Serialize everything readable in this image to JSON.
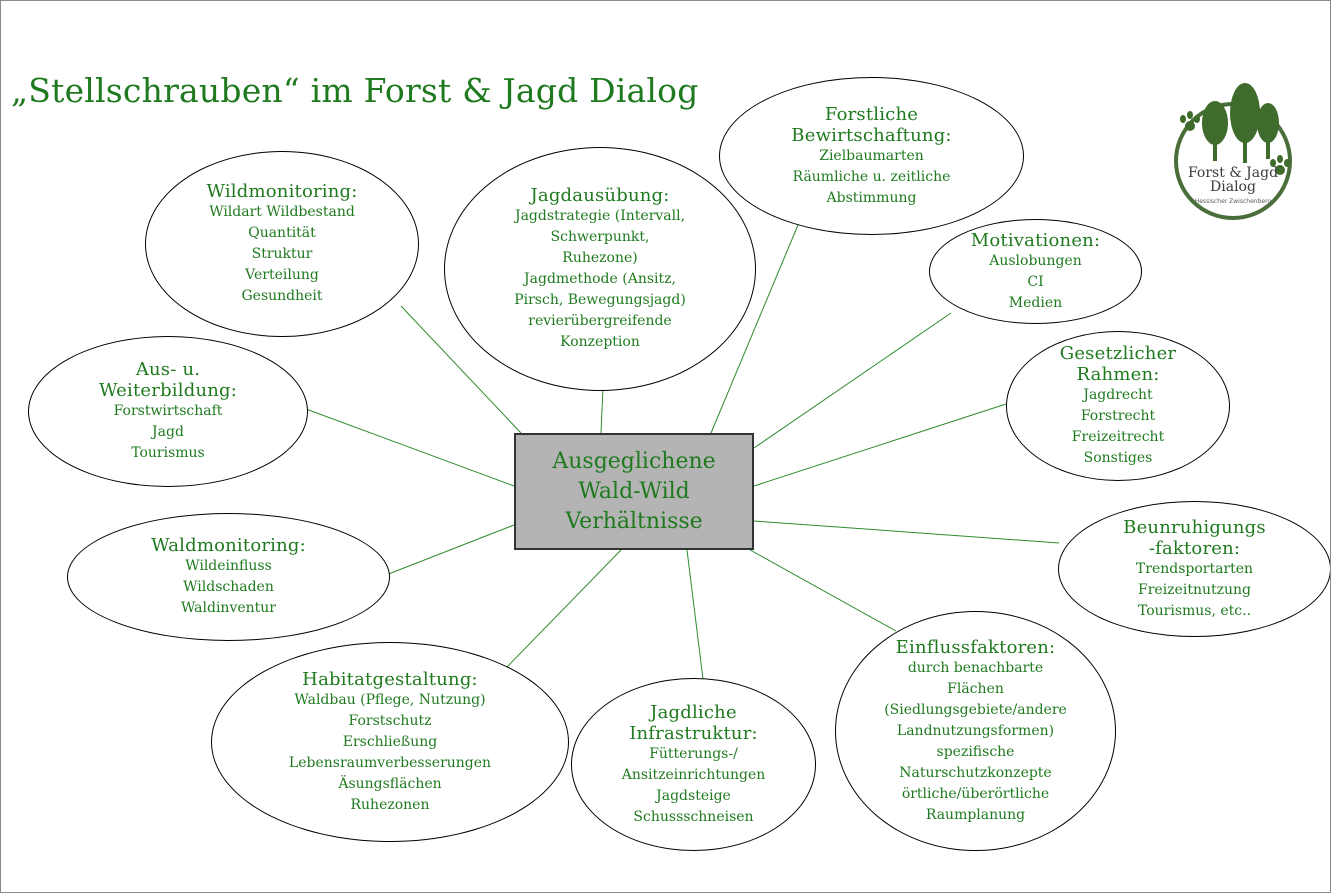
{
  "title": "„Stellschrauben“ im Forst & Jagd Dialog",
  "center": {
    "lines": [
      "Ausgeglichene",
      "Wald-Wild",
      "Verhältnisse"
    ]
  },
  "logo": {
    "line1": "Forst & Jagd",
    "line2": "Dialog",
    "line3": "Hessischer Zwischenberg"
  },
  "nodes": {
    "forstliche": {
      "title": [
        "Forstliche",
        "Bewirtschaftung:"
      ],
      "items": [
        "Zielbaumarten",
        "Räumliche u. zeitliche",
        "Abstimmung"
      ]
    },
    "wildmonitoring": {
      "title": [
        "Wildmonitoring:"
      ],
      "items": [
        "Wildart Wildbestand",
        "Quantität",
        "Struktur",
        "Verteilung",
        "Gesundheit"
      ]
    },
    "jagdausuebung": {
      "title": [
        "Jagdausübung:"
      ],
      "items": [
        "Jagdstrategie (Intervall,",
        "Schwerpunkt,",
        "Ruhezone)",
        "Jagdmethode (Ansitz,",
        "Pirsch, Bewegungsjagd)",
        "revierübergreifende",
        "Konzeption"
      ]
    },
    "motivationen": {
      "title": [
        "Motivationen:"
      ],
      "items": [
        "Auslobungen",
        "CI",
        "Medien"
      ]
    },
    "ausbildung": {
      "title": [
        "Aus- u.",
        "Weiterbildung:"
      ],
      "items": [
        "Forstwirtschaft",
        "Jagd",
        "Tourismus"
      ]
    },
    "gesetzlicher": {
      "title": [
        "Gesetzlicher",
        "Rahmen:"
      ],
      "items": [
        "Jagdrecht",
        "Forstrecht",
        "Freizeitrecht",
        "Sonstiges"
      ]
    },
    "waldmonitoring": {
      "title": [
        "Waldmonitoring:"
      ],
      "items": [
        "Wildeinfluss",
        "Wildschaden",
        "Waldinventur"
      ]
    },
    "beunruhigung": {
      "title": [
        "Beunruhigungs",
        "-faktoren:"
      ],
      "items": [
        "Trendsportarten",
        "Freizeitnutzung",
        "Tourismus, etc.."
      ]
    },
    "habitat": {
      "title": [
        "Habitatgestaltung:"
      ],
      "items": [
        "Waldbau (Pflege, Nutzung)",
        "Forstschutz",
        "Erschließung",
        "Lebensraumverbesserungen",
        "Äsungsflächen",
        "Ruhezonen"
      ]
    },
    "infrastruktur": {
      "title": [
        "Jagdliche",
        "Infrastruktur:"
      ],
      "items": [
        "Fütterungs-/",
        "Ansitzeinrichtungen",
        "Jagdsteige",
        "Schussschneisen"
      ]
    },
    "einfluss": {
      "title": [
        "Einflussfaktoren:"
      ],
      "items": [
        "durch benachbarte",
        "Flächen",
        "(Siedlungsgebiete/andere",
        "Landnutzungsformen)",
        "spezifische",
        "Naturschutzkonzepte",
        "örtliche/überörtliche",
        "Raumplanung"
      ]
    }
  },
  "colors": {
    "text_green": "#1f7a1f",
    "line_green": "#2e8b2e",
    "center_fill": "#b4b4b4",
    "frame": "#8a8a8a"
  }
}
